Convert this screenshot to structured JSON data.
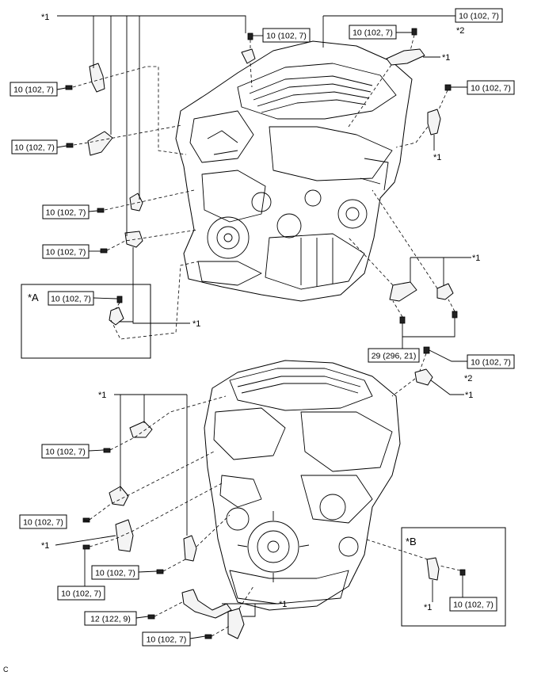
{
  "torque_labels": [
    "10 (102, 7)",
    "10 (102, 7)",
    "10 (102, 7)",
    "10 (102, 7)",
    "10 (102, 7)",
    "10 (102, 7)",
    "10 (102, 7)",
    "10 (102, 7)",
    "10 (102, 7)",
    "29 (296, 21)",
    "10 (102, 7)",
    "10 (102, 7)",
    "10 (102, 7)",
    "10 (102, 7)",
    "10 (102, 7)",
    "12 (122, 9)",
    "10 (102, 7)",
    "10 (102, 7)"
  ],
  "ref_labels": [
    "*1",
    "*2",
    "*1",
    "*1",
    "*1",
    "*1",
    "*2",
    "*1",
    "*1",
    "*1",
    "*1",
    "*1",
    "*1"
  ],
  "inset_labels": [
    "*A",
    "*B"
  ],
  "figure_code": "C"
}
